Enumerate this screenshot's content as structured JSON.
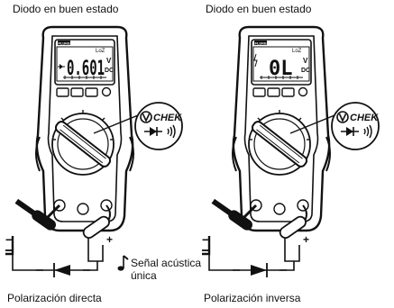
{
  "panels": [
    {
      "title": "Diodo en buen estado",
      "reading": "0.601",
      "unit_top": "V",
      "unit_bottom": "DC",
      "loz": "LoZ",
      "brand": "FLUKE",
      "dial_label": "CHEK",
      "caption": "Polarización directa",
      "beep_text": [
        "Señal acústica",
        "única"
      ]
    },
    {
      "title": "Diodo en buen estado",
      "reading": "0L",
      "unit_top": "V",
      "unit_bottom": "DC",
      "loz": "LoZ",
      "brand": "FLUKE",
      "dial_label": "CHEK",
      "caption": "Polarización inversa"
    }
  ],
  "icons": [
    "diode-icon",
    "continuity-sound-icon",
    "music-note-icon",
    "chek-logo-icon"
  ],
  "colors": {
    "ink": "#111111",
    "background": "#ffffff",
    "lcd": "#ffffff"
  }
}
